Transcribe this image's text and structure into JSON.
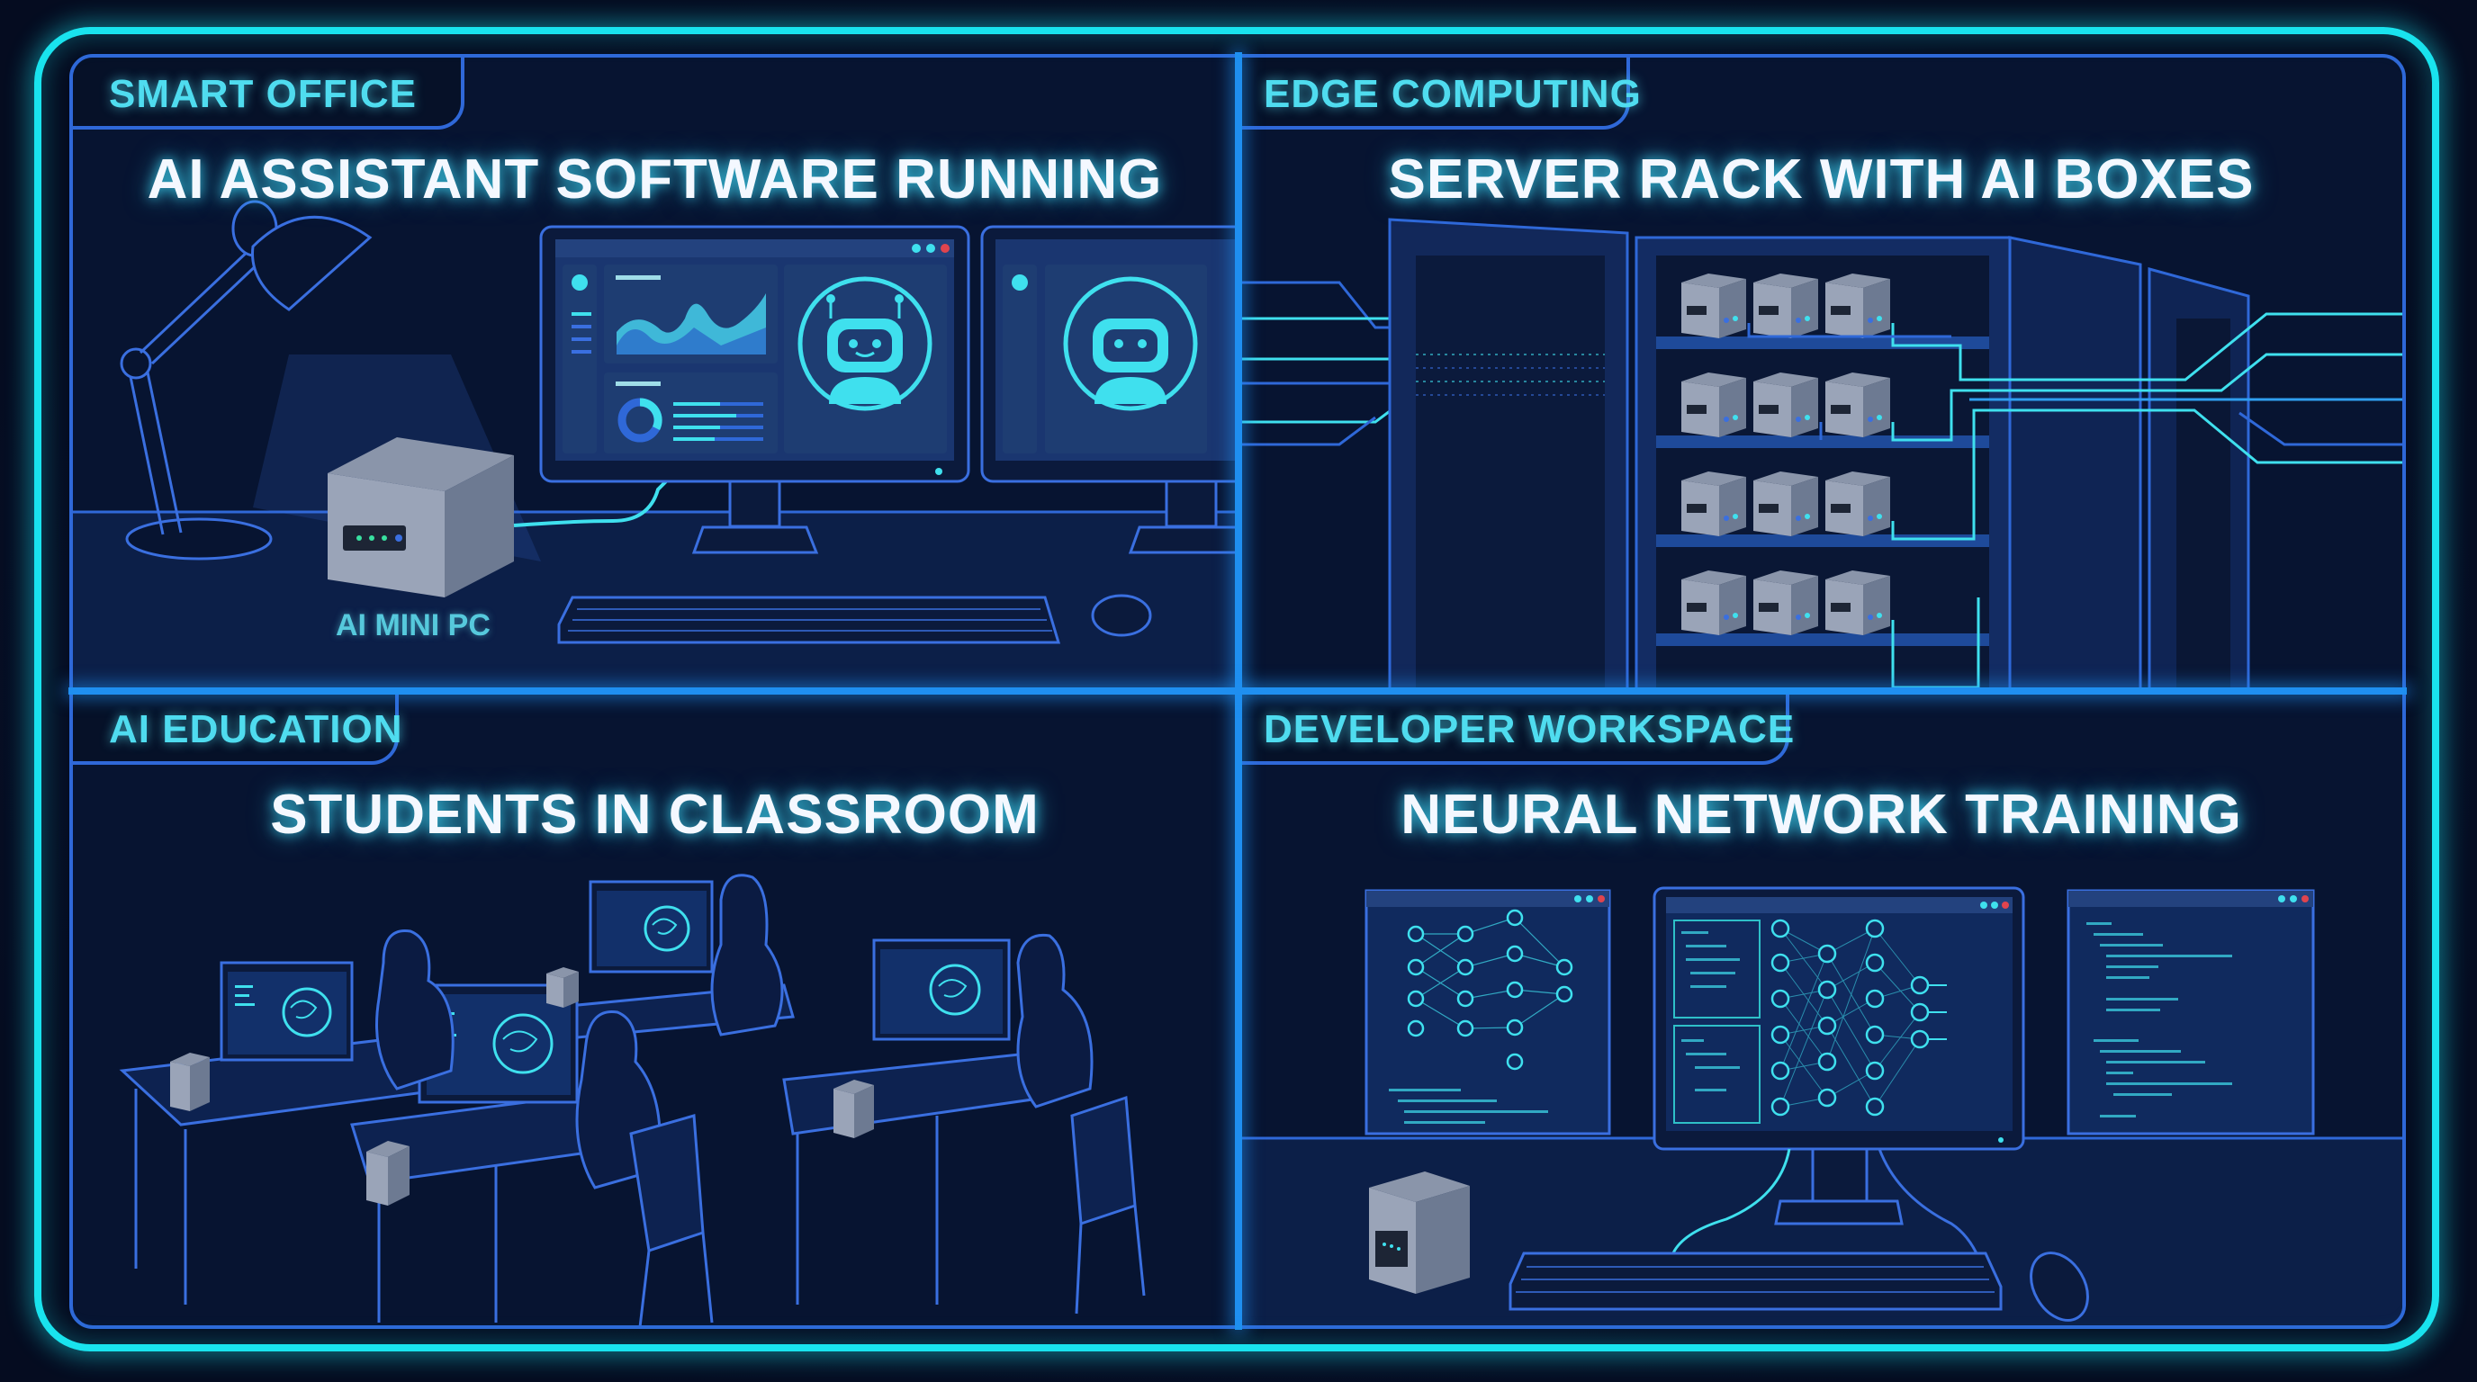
{
  "frame": {
    "border_color": "#19e3ee",
    "panel_border_color": "#2f68d8",
    "divider_color": "#1f8ff0",
    "background": "#071431"
  },
  "panels": [
    {
      "id": "smart-office",
      "tab_label": "SMART OFFICE",
      "title": "AI ASSISTANT SOFTWARE RUNNING",
      "device_label": "AI MINI PC",
      "scene": [
        "desk-lamp",
        "ai-mini-pc",
        "dual-monitors",
        "dashboard-chart",
        "robot-assistant-icon",
        "keyboard",
        "mouse"
      ]
    },
    {
      "id": "edge-computing",
      "tab_label": "EDGE COMPUTING",
      "title": "SERVER RACK WITH AI BOXES",
      "scene": [
        "server-rack",
        "rack-door",
        "ai-box-grid-4x3",
        "network-cables"
      ],
      "ai_box_rows": 4,
      "ai_box_cols": 3
    },
    {
      "id": "ai-education",
      "tab_label": "AI EDUCATION",
      "title": "STUDENTS IN CLASSROOM",
      "scene": [
        "student-desks",
        "brain-monitors",
        "ai-mini-pcs",
        "students"
      ],
      "student_count": 4
    },
    {
      "id": "developer-workspace",
      "tab_label": "DEVELOPER WORKSPACE",
      "title": "NEURAL NETWORK TRAINING",
      "scene": [
        "code-window-left",
        "neural-net-monitor",
        "code-window-right",
        "ai-mini-pc",
        "keyboard",
        "mouse"
      ]
    }
  ],
  "colors": {
    "accent_cyan": "#3fe0ee",
    "line_blue": "#3a6fe0",
    "window_close": "#e0444e",
    "title_text": "#f4f8ff",
    "tab_text": "#4fdcef"
  }
}
